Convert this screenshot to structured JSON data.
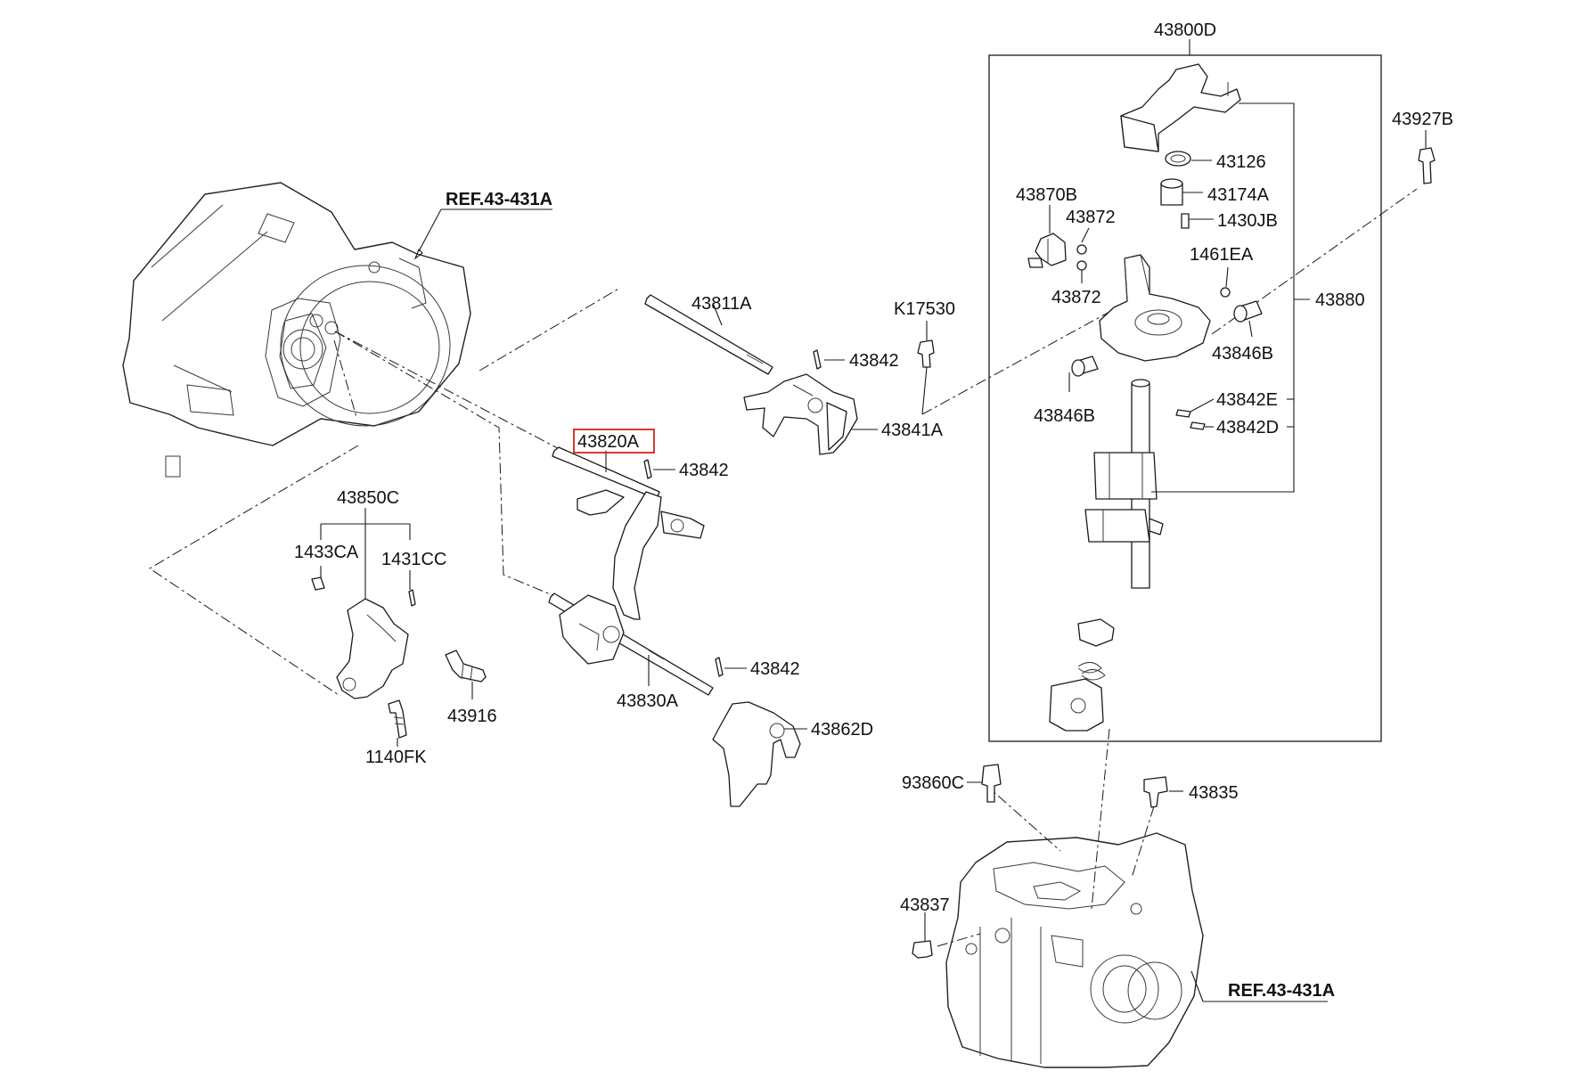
{
  "diagram": {
    "highlight_color": "#d22323",
    "highlighted_part": "43820A",
    "references": {
      "ref_left": "REF.43-431A",
      "ref_right": "REF.43-431A"
    },
    "parts": {
      "p43800D": "43800D",
      "p43927B": "43927B",
      "p43126": "43126",
      "p43870B": "43870B",
      "p43174A": "43174A",
      "p43872_a": "43872",
      "p1430JB": "1430JB",
      "p1461EA": "1461EA",
      "p43872_b": "43872",
      "p43880": "43880",
      "p43846B_a": "43846B",
      "p43846B_b": "43846B",
      "p43842E": "43842E",
      "p43842D": "43842D",
      "p43811A": "43811A",
      "pK17530": "K17530",
      "p43842_a": "43842",
      "p43841A": "43841A",
      "p43820A": "43820A",
      "p43842_b": "43842",
      "p43850C": "43850C",
      "p1433CA": "1433CA",
      "p1431CC": "1431CC",
      "p43842_c": "43842",
      "p43830A": "43830A",
      "p43862D": "43862D",
      "p43916": "43916",
      "p1140FK": "1140FK",
      "p93860C": "93860C",
      "p43835": "43835",
      "p43837": "43837"
    }
  }
}
